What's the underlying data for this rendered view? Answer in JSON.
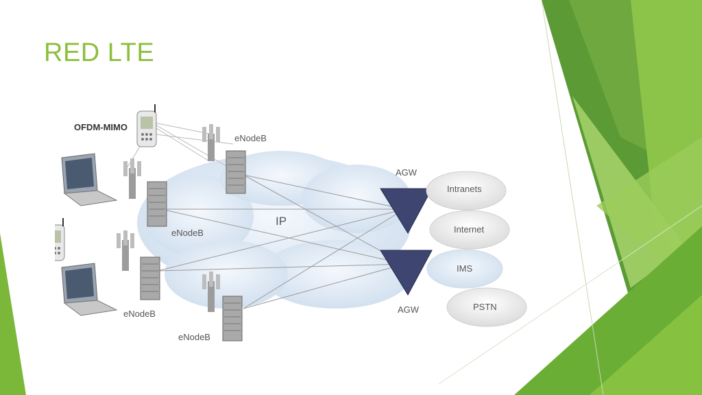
{
  "slide": {
    "title": "RED LTE"
  },
  "diagram": {
    "ofdm_label": "OFDM-MIMO",
    "enodeb_labels": [
      "eNodeB",
      "eNodeB",
      "eNodeB",
      "eNodeB"
    ],
    "ip_label": "IP",
    "agw_labels": [
      "AGW",
      "AGW"
    ],
    "networks": [
      "Intranets",
      "Internet",
      "IMS",
      "PSTN"
    ]
  },
  "colors": {
    "title": "#8cbf3f",
    "green_dark": "#4f8a2b",
    "green_mid": "#6ea63a",
    "green_light": "#a9d46a",
    "cloud": "#e3edf8",
    "agw": "#3d4570"
  }
}
